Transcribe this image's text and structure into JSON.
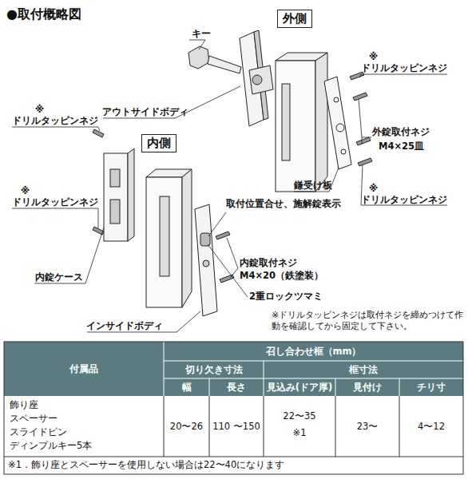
{
  "diagram": {
    "title": "●取付概略図",
    "nodes": [
      {
        "text": [
          "外側"
        ]
      },
      {
        "text": [
          "内側"
        ]
      }
    ],
    "labels": [
      "キー",
      "アウトサイドボディ",
      "※",
      "ドリルタッピンネジ",
      "外錠取付ネジ",
      "M4×25皿",
      "鎌受け板",
      "※",
      "ドリルタッピンネジ",
      "※",
      "ドリルタッピンネジ",
      "※",
      "ドリルタッピンネジ",
      "取付位置合せ、施解錠表示",
      "内錠ケース",
      "内錠取付ネジ",
      "M4×20（鉄塗装）",
      "2重ロックツマミ",
      "インサイドボディ",
      "※ドリルタッピンネジは取付ネジを締めつけて作動を確認してから固定して下さい。",
      "付属品",
      "召し合わせ框（mm）",
      "切り欠き寸法",
      "框寸法",
      "幅",
      "長さ",
      "見込み(ドア厚)",
      "見付け",
      "チリ寸",
      "飾り座",
      "スペーサー",
      "スライドピン",
      "ディンプルキー5本",
      "20〜26",
      "110 〜150",
      "22〜35",
      "※1",
      "23〜",
      "4〜12",
      "※1．飾り座とスペーサーを使用しない場合は22〜40になります"
    ]
  }
}
